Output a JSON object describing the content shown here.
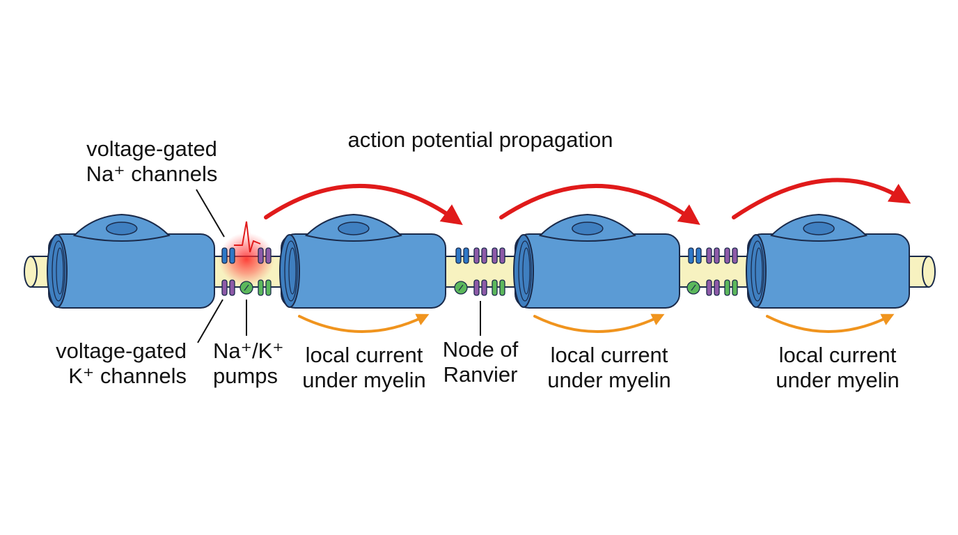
{
  "title": "action potential propagation",
  "labels": {
    "na_channels": [
      "voltage-gated",
      "Na⁺ channels"
    ],
    "k_channels": [
      "voltage-gated",
      "K⁺ channels"
    ],
    "pumps": [
      "Na⁺/K⁺",
      "pumps"
    ],
    "local_current_1": [
      "local current",
      "under myelin"
    ],
    "node": [
      "Node of",
      "Ranvier"
    ],
    "local_current_2": [
      "local current",
      "under myelin"
    ],
    "local_current_3": [
      "local current",
      "under myelin"
    ]
  },
  "colors": {
    "myelin": "#5b9bd5",
    "myelin_dark": "#3f7fc0",
    "axon": "#f7f2c0",
    "na_channel": "#2e78c7",
    "k_channel": "#8e5aa8",
    "pump": "#5cb85c",
    "ap_arrow": "#e01a1a",
    "current_arrow": "#f0941e",
    "outline": "#1a2a4a"
  },
  "icons": {
    "action_potential_spike": "spike-glow-icon"
  }
}
